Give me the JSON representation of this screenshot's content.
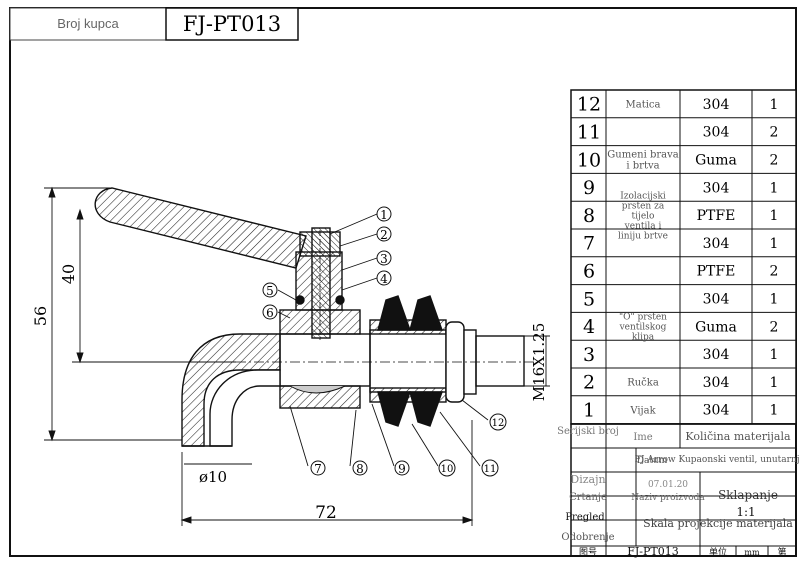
{
  "header": {
    "customer_label": "Broj kupca",
    "part_number": "FJ-PT013"
  },
  "dimensions": {
    "height_total": "56",
    "height_lever": "40",
    "thread": "M16X1.25",
    "spout_diameter": "ø10",
    "length_total": "72"
  },
  "callouts": [
    "1",
    "2",
    "3",
    "4",
    "5",
    "6",
    "7",
    "8",
    "9",
    "10",
    "11",
    "12"
  ],
  "bom": {
    "rows": [
      {
        "no": "12",
        "name": "Matica",
        "material": "304",
        "qty": "1"
      },
      {
        "no": "11",
        "name": "",
        "material": "304",
        "qty": "2"
      },
      {
        "no": "10",
        "name": "Gumeni brava i brtva",
        "material": "Guma",
        "qty": "2"
      },
      {
        "no": "9",
        "name": "",
        "material": "304",
        "qty": "1"
      },
      {
        "no": "8",
        "name": "Izolacijski prsten za tijelo ventila i liniju brtve",
        "material": "PTFE",
        "qty": "1"
      },
      {
        "no": "7",
        "name": "",
        "material": "304",
        "qty": "1"
      },
      {
        "no": "6",
        "name": "",
        "material": "PTFE",
        "qty": "2"
      },
      {
        "no": "5",
        "name": "",
        "material": "304",
        "qty": "1"
      },
      {
        "no": "4",
        "name": "\"O\" prsten ventilskog klipa",
        "material": "Guma",
        "qty": "2"
      },
      {
        "no": "3",
        "name": "",
        "material": "304",
        "qty": "1"
      },
      {
        "no": "2",
        "name": "Ručka",
        "material": "304",
        "qty": "1"
      },
      {
        "no": "1",
        "name": "Vijak",
        "material": "304",
        "qty": "1"
      }
    ],
    "header": {
      "serial": "Serijski broj",
      "name": "Ime",
      "material": "Količina materijala"
    }
  },
  "title_block": {
    "date_label": "Datum",
    "product_name": "FJ Arrow Kupaonski ventil, unutarnja ventil",
    "design_label": "Dizajn",
    "design_date": "07.01.20",
    "drawing_label": "Crtanje",
    "drawing_name": "Naziv proizvoda",
    "assembly_label": "Sklapanje",
    "review_label": "Pregled",
    "scale_label": "Skala projekcije materijala",
    "scale_value": "1:1",
    "approval_label": "Odobrenje",
    "bottom_label": "图号",
    "bottom_number": "FJ-PT013",
    "bottom_unit": "单位",
    "bottom_mm": "mm",
    "bottom_sheet": "第"
  }
}
